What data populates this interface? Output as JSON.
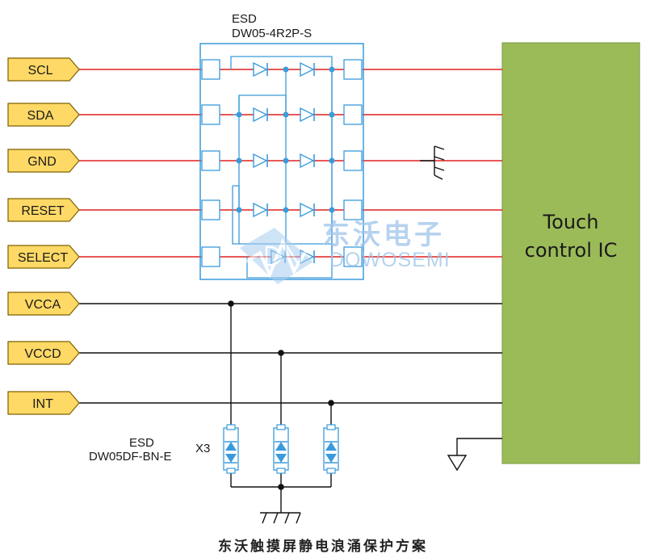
{
  "esd_top": {
    "label1": "ESD",
    "label2": "DW05-4R2P-S"
  },
  "esd_bottom": {
    "label1": "ESD",
    "label2": "DW05DF-BN-E",
    "count": "X3"
  },
  "signals": [
    {
      "label": "SCL",
      "line": "red"
    },
    {
      "label": "SDA",
      "line": "red"
    },
    {
      "label": "GND",
      "line": "red"
    },
    {
      "label": "RESET",
      "line": "red"
    },
    {
      "label": "SELECT",
      "line": "red"
    },
    {
      "label": "VCCA",
      "line": "black"
    },
    {
      "label": "VCCD",
      "line": "black"
    },
    {
      "label": "INT",
      "line": "black"
    }
  ],
  "ic": {
    "line1": "Touch",
    "line2": "control IC",
    "color": "#9bbb59"
  },
  "watermark": {
    "cn": "东沃电子",
    "en": "DOWOSEMI"
  },
  "caption": "东沃触摸屏静电浪涌保护方案",
  "colors": {
    "tag_fill": "#ffd966",
    "tag_stroke": "#7f6000",
    "red_line": "#e0201e",
    "esd_blue": "#3a9bdc",
    "wire": "#111111"
  }
}
